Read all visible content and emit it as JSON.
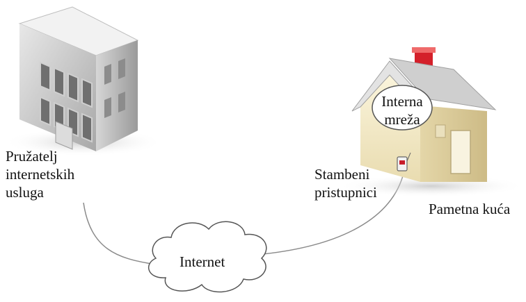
{
  "labels": {
    "isp": "Pružatelj\ninternetskih\nusluga",
    "gateway": "Stambeni\npristupnici",
    "home": "Pametna kuća",
    "internet": "Internet",
    "internal_network": "Interna\nmreža"
  }
}
